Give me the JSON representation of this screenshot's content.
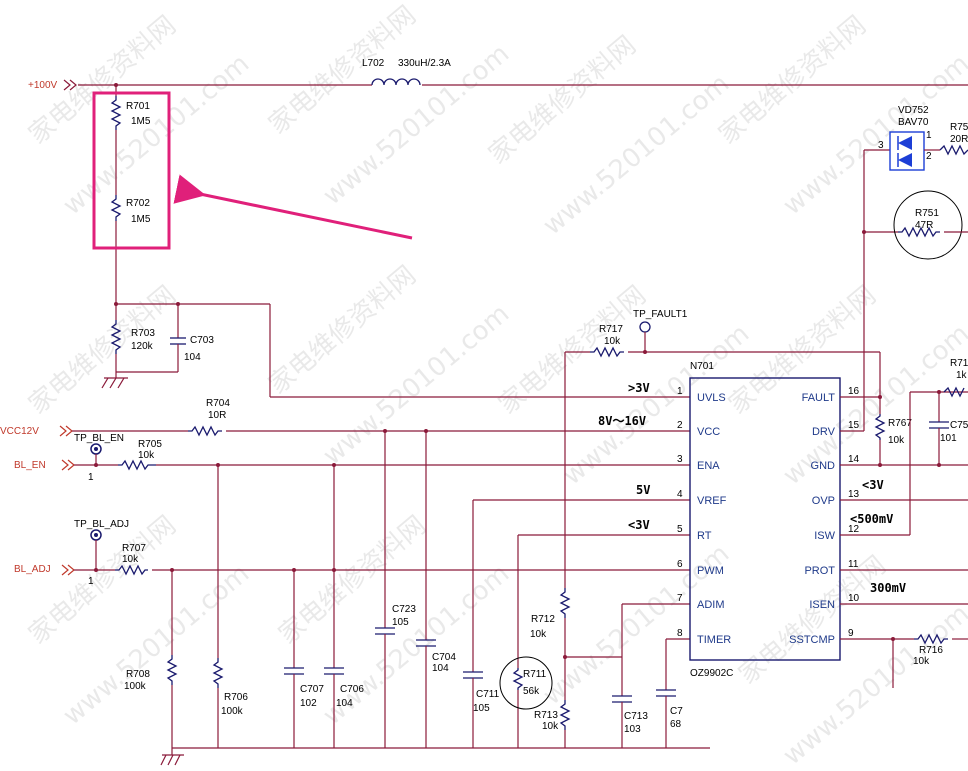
{
  "watermarks": [
    "家电维修资料网",
    "www.520101.com"
  ],
  "nets": {
    "v100": "+100V",
    "vcc12v": "VCC12V",
    "bl_en": "BL_EN",
    "bl_adj": "BL_ADJ"
  },
  "testpoints": {
    "fault": "TP_FAULT1",
    "bl_en": "TP_BL_EN",
    "bl_adj": "TP_BL_ADJ"
  },
  "components": {
    "l702": {
      "ref": "L702",
      "value": "330uH/2.3A"
    },
    "r701": {
      "ref": "R701",
      "value": "1M5"
    },
    "r702": {
      "ref": "R702",
      "value": "1M5"
    },
    "r703": {
      "ref": "R703",
      "value": "120k"
    },
    "c703": {
      "ref": "C703",
      "value": "104"
    },
    "r704": {
      "ref": "R704",
      "value": "10R"
    },
    "r705": {
      "ref": "R705",
      "value": "10k"
    },
    "r707": {
      "ref": "R707",
      "value": "10k"
    },
    "r708": {
      "ref": "R708",
      "value": "100k"
    },
    "r706": {
      "ref": "R706",
      "value": "100k"
    },
    "c707": {
      "ref": "C707",
      "value": "102"
    },
    "c706": {
      "ref": "C706",
      "value": "104"
    },
    "c723": {
      "ref": "C723",
      "value": "105"
    },
    "c704": {
      "ref": "C704",
      "value": "104"
    },
    "c711": {
      "ref": "C711",
      "value": "105"
    },
    "r711": {
      "ref": "R711",
      "value": "56k"
    },
    "r712": {
      "ref": "R712",
      "value": "10k"
    },
    "r713": {
      "ref": "R713",
      "value": "10k"
    },
    "r717": {
      "ref": "R717",
      "value": "10k"
    },
    "c713": {
      "ref": "C713",
      "value": "103"
    },
    "c7x": {
      "ref": "C7",
      "value": "68"
    },
    "r716": {
      "ref": "R716",
      "value": "10k"
    },
    "r767": {
      "ref": "R767",
      "value": "10k"
    },
    "c75x": {
      "ref": "C75",
      "value": "101"
    },
    "r751": {
      "ref": "R751",
      "value": "47R"
    },
    "vd752": {
      "ref": "VD752",
      "value": "BAV70"
    },
    "r75x": {
      "ref": "R75",
      "value": "20R"
    },
    "r71x": {
      "ref": "R71",
      "value": "1k"
    }
  },
  "ic": {
    "ref": "N701",
    "part": "OZ9902C",
    "left_pins": [
      {
        "num": "1",
        "name": "UVLS"
      },
      {
        "num": "2",
        "name": "VCC"
      },
      {
        "num": "3",
        "name": "ENA"
      },
      {
        "num": "4",
        "name": "VREF"
      },
      {
        "num": "5",
        "name": "RT"
      },
      {
        "num": "6",
        "name": "PWM"
      },
      {
        "num": "7",
        "name": "ADIM"
      },
      {
        "num": "8",
        "name": "TIMER"
      }
    ],
    "right_pins": [
      {
        "num": "16",
        "name": "FAULT"
      },
      {
        "num": "15",
        "name": "DRV"
      },
      {
        "num": "14",
        "name": "GND"
      },
      {
        "num": "13",
        "name": "OVP"
      },
      {
        "num": "12",
        "name": "ISW"
      },
      {
        "num": "11",
        "name": "PROT"
      },
      {
        "num": "10",
        "name": "ISEN"
      },
      {
        "num": "9",
        "name": "SSTCMP"
      }
    ]
  },
  "annotations": {
    "uvls": ">3V",
    "vcc": "8V～16V",
    "vref": "5V",
    "rt": "<3V",
    "ovp": "<3V",
    "isw": "<500mV",
    "isen": "300mV"
  },
  "diode_pins": {
    "p1": "1",
    "p2": "2",
    "p3": "3"
  },
  "connector_pin": "1",
  "colors": {
    "wire": "#8b1a3a",
    "component": "#1a1a6e",
    "highlight": "#e0207a",
    "ic_pin_text": "#1f3a8a",
    "net_label": "#c0392b",
    "diode": "#1d3fd6"
  }
}
